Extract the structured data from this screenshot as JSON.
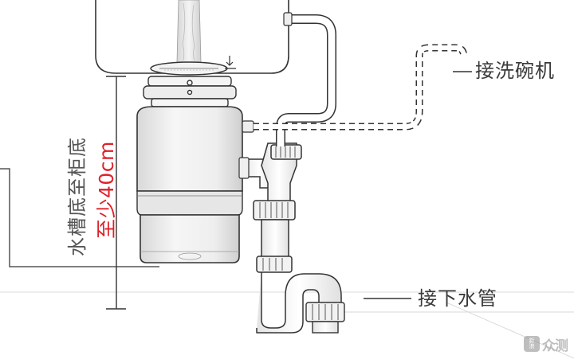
{
  "labels": {
    "dishwasher_connection": "接洗碗机",
    "drain_connection": "接下水管",
    "sink_to_cabinet_bottom": "水槽底至柜底",
    "minimum_height": "至少40cm"
  },
  "watermark": {
    "icon_text_1": "新",
    "icon_text_2": "浪",
    "text": "众测"
  },
  "colors": {
    "line": "#333333",
    "label_text": "#3a3a3a",
    "accent_red": "#e0202a",
    "disposer_body": "#f2f2f2",
    "sink_fill": "#ffffff",
    "background": "#ffffff"
  }
}
